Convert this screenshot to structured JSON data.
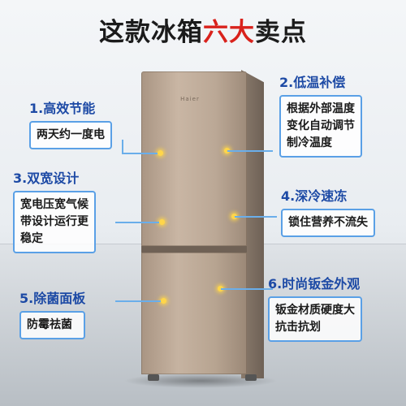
{
  "title": {
    "prefix": "这款冰箱",
    "accent": "六大",
    "suffix": "卖点"
  },
  "fridge": {
    "brand": "Haier"
  },
  "features": [
    {
      "heading": "1.高效节能",
      "lines": [
        "两天约一度电"
      ]
    },
    {
      "heading": "2.低温补偿",
      "lines": [
        "根据外部温度",
        "变化自动调节",
        "制冷温度"
      ]
    },
    {
      "heading": "3.双宽设计",
      "lines": [
        "宽电压宽气候",
        "带设计运行更",
        "稳定"
      ]
    },
    {
      "heading": "4.深冷速冻",
      "lines": [
        "锁住营养不流失"
      ]
    },
    {
      "heading": "5.除菌面板",
      "lines": [
        "防霉祛菌"
      ]
    },
    {
      "heading": "6.时尚钣金外观",
      "lines": [
        "钣金材质硬度大",
        "抗击抗划"
      ]
    }
  ]
}
